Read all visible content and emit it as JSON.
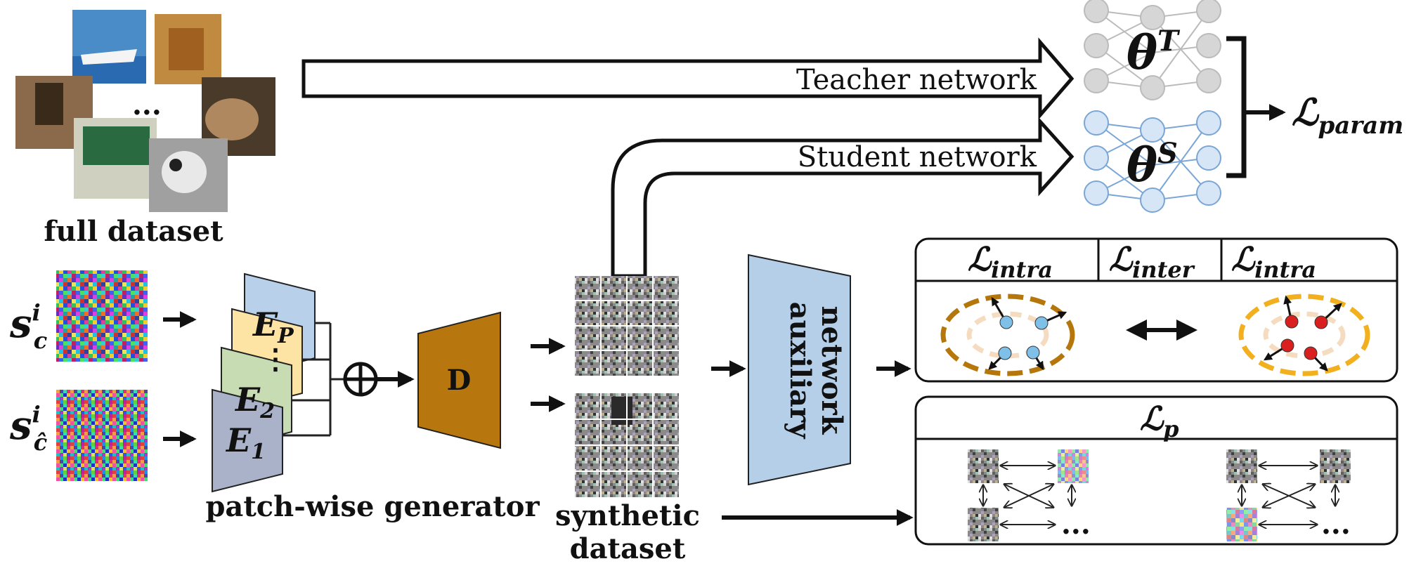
{
  "labels": {
    "full_dataset": "full dataset",
    "teacher_network": "Teacher network",
    "student_network": "Student network",
    "theta_teacher_base": "θ",
    "theta_teacher_sup": "T",
    "theta_student_base": "θ",
    "theta_student_sup": "S",
    "loss_param_base": "ℒ",
    "loss_param_sub": "param",
    "s_c_base": "s",
    "s_c_sup": "i",
    "s_c_sub": "c",
    "s_chat_base": "s",
    "s_chat_sup": "i",
    "s_chat_sub": "ĉ",
    "encoder_p_base": "E",
    "encoder_p_sub": "P",
    "encoder_2_base": "E",
    "encoder_2_sub": "2",
    "encoder_1_base": "E",
    "encoder_1_sub": "1",
    "decoder": "D",
    "patch_wise_generator": "patch-wise generator",
    "synthetic_line1": "synthetic",
    "synthetic_line2": "dataset",
    "auxiliary_line1": "auxiliary",
    "auxiliary_line2": "network",
    "loss_intra_left_base": "ℒ",
    "loss_intra_left_sub": "intra",
    "loss_inter_base": "ℒ",
    "loss_inter_sub": "inter",
    "loss_intra_right_base": "ℒ",
    "loss_intra_right_sub": "intra",
    "loss_p_base": "ℒ",
    "loss_p_sub": "p",
    "ellipsis": "...",
    "ellipsis_vertical": "⋮",
    "plus_circle": "⊕"
  },
  "colors": {
    "teacher_net": "#c8c8c8",
    "student_net": "#7aa6d6",
    "encoder_p": "#b8d0ea",
    "encoder_mid": "#fde3a4",
    "encoder_2": "#c8dcb4",
    "encoder_1": "#a9b2c8",
    "decoder": "#b8770e",
    "auxiliary": "#b5cfe9",
    "cluster_left": "#b5770b",
    "cluster_right": "#f2b01e",
    "inner_ring": "#f5dcc0",
    "point_blue": "#7ec0e8",
    "point_red": "#d9201f"
  },
  "icons": [
    "noise-image",
    "photo-thumbnail",
    "arrow-icon",
    "double-arrow-icon"
  ]
}
